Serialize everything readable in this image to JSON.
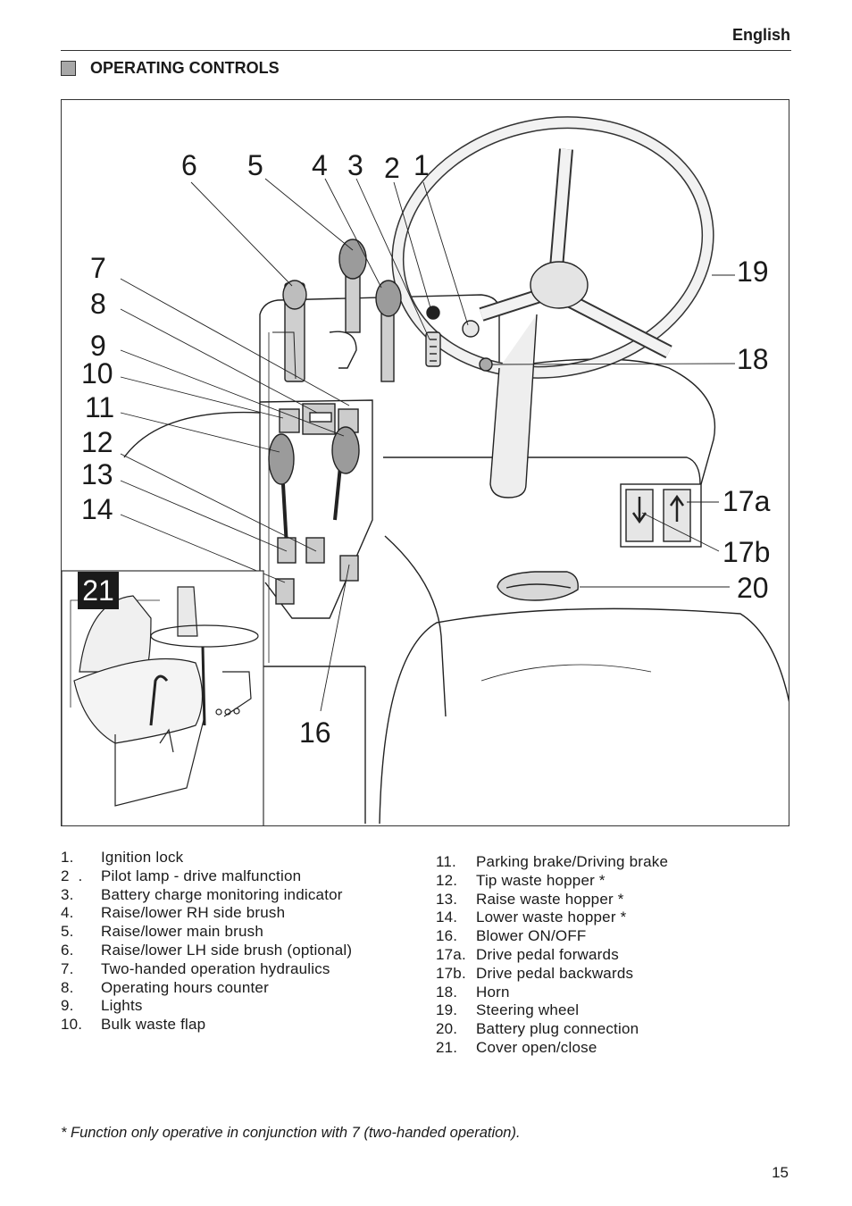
{
  "header": {
    "language": "English"
  },
  "section": {
    "title": "OPERATING CONTROLS"
  },
  "figure": {
    "callouts": [
      "6",
      "5",
      "4",
      "3",
      "2",
      "1",
      "7",
      "8",
      "9",
      "10",
      "11",
      "12",
      "13",
      "14",
      "19",
      "18",
      "17a",
      "17b",
      "20",
      "16"
    ],
    "inset_label": "21"
  },
  "legend_left": [
    {
      "num": "1.",
      "text": "Ignition lock"
    },
    {
      "num": "2  .",
      "text": "Pilot lamp - drive malfunction"
    },
    {
      "num": "3.",
      "text": "Battery charge monitoring indicator"
    },
    {
      "num": "4.",
      "text": "Raise/lower RH side brush"
    },
    {
      "num": "5.",
      "text": "Raise/lower main brush"
    },
    {
      "num": "6.",
      "text": "Raise/lower LH side brush (optional)"
    },
    {
      "num": "7.",
      "text": "Two-handed operation hydraulics"
    },
    {
      "num": "8.",
      "text": "Operating hours counter"
    },
    {
      "num": "9.",
      "text": "Lights"
    },
    {
      "num": "10.",
      "text": "Bulk waste flap"
    }
  ],
  "legend_right": [
    {
      "num": "11.",
      "text": "Parking brake/Driving brake"
    },
    {
      "num": "12.",
      "text": "Tip waste hopper *"
    },
    {
      "num": "13.",
      "text": "Raise waste hopper *"
    },
    {
      "num": "14.",
      "text": "Lower waste hopper *"
    },
    {
      "num": "16.",
      "text": "Blower ON/OFF"
    },
    {
      "num": "17a.",
      "text": "Drive pedal forwards"
    },
    {
      "num": "17b.",
      "text": "Drive pedal backwards"
    },
    {
      "num": "18.",
      "text": "Horn"
    },
    {
      "num": "19.",
      "text": "Steering wheel"
    },
    {
      "num": "20.",
      "text": "Battery plug connection"
    },
    {
      "num": "21.",
      "text": "Cover open/close"
    }
  ],
  "footnote": "* Function only operative in conjunction with 7 (two-handed operation).",
  "page_number": "15"
}
